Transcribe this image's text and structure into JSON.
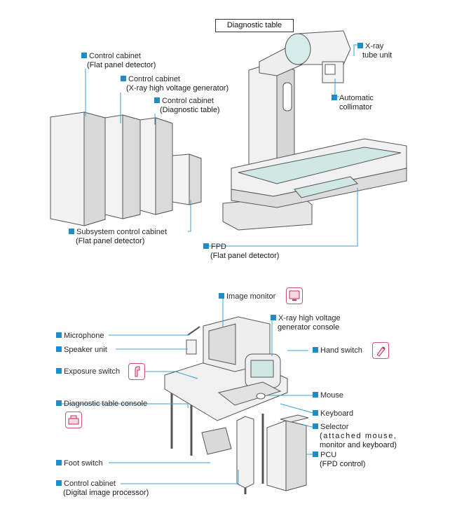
{
  "title": "Diagnostic table",
  "labels": {
    "xray_tube": [
      "X-ray",
      "tube unit"
    ],
    "collimator": [
      "Automatic",
      "collimator"
    ],
    "cc_fpd": [
      "Control cabinet",
      "(Flat panel detector)"
    ],
    "cc_hv": [
      "Control cabinet",
      "(X-ray high voltage generator)"
    ],
    "cc_table": [
      "Control cabinet",
      "(Diagnostic table)"
    ],
    "subsystem": [
      "Subsystem control cabinet",
      "(Flat panel detector)"
    ],
    "fpd": [
      "FPD",
      "(Flat panel detector)"
    ],
    "image_monitor": "Image monitor",
    "hv_console": [
      "X-ray high voltage",
      "generator console"
    ],
    "microphone": "Microphone",
    "speaker": "Speaker unit",
    "hand_switch": "Hand switch",
    "exposure_switch": "Exposure switch",
    "mouse": "Mouse",
    "table_console": "Diagnostic table console",
    "keyboard": "Keyboard",
    "selector": [
      "Selector",
      "(attached mouse,",
      "monitor and keyboard)"
    ],
    "foot_switch": "Foot switch",
    "pcu": [
      "PCU",
      "(FPD control)"
    ],
    "cc_dip": [
      "Control cabinet",
      "(Digital image processor)"
    ]
  },
  "colors": {
    "marker": "#1e8cc8",
    "leader": "#3aa0d6",
    "label_text": "#8a2a3a",
    "icon_border": "#d0507a",
    "equipment_accent": "#bfe3df"
  },
  "icons": [
    "monitor-icon",
    "hand-switch-icon",
    "exposure-switch-icon",
    "table-console-icon"
  ]
}
